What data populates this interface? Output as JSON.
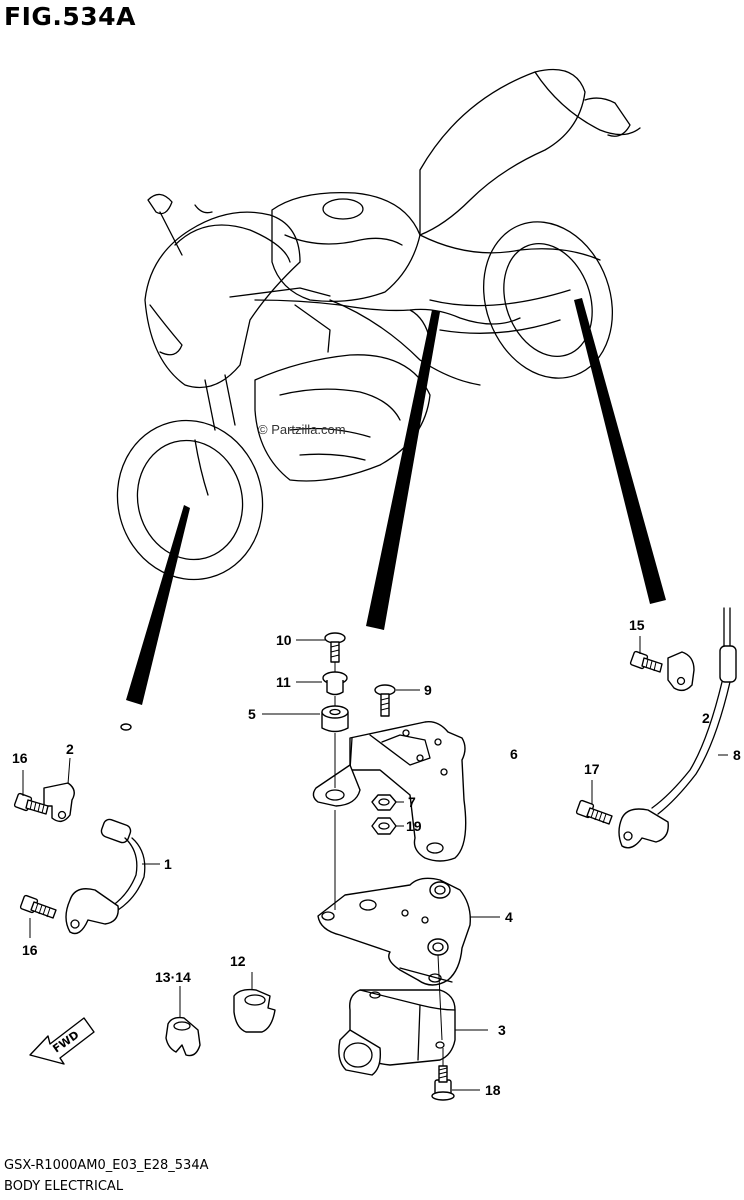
{
  "figure": {
    "title": "FIG.534A",
    "watermark": "© Partzilla.com",
    "model_code": "GSX-R1000AM0_E03_E28_534A",
    "section": "BODY ELECTRICAL",
    "fwd_label": "FWD"
  },
  "callouts": [
    {
      "id": "c10",
      "label": "10"
    },
    {
      "id": "c11",
      "label": "11"
    },
    {
      "id": "c5",
      "label": "5"
    },
    {
      "id": "c9",
      "label": "9"
    },
    {
      "id": "c6",
      "label": "6"
    },
    {
      "id": "c7",
      "label": "7"
    },
    {
      "id": "c19",
      "label": "19"
    },
    {
      "id": "c4",
      "label": "4"
    },
    {
      "id": "c3",
      "label": "3"
    },
    {
      "id": "c18",
      "label": "18"
    },
    {
      "id": "c12",
      "label": "12"
    },
    {
      "id": "c1314",
      "label": "13·14"
    },
    {
      "id": "c16a",
      "label": "16"
    },
    {
      "id": "c2a",
      "label": "2"
    },
    {
      "id": "c1",
      "label": "1"
    },
    {
      "id": "c16b",
      "label": "16"
    },
    {
      "id": "c15",
      "label": "15"
    },
    {
      "id": "c2b",
      "label": "2"
    },
    {
      "id": "c8",
      "label": "8"
    },
    {
      "id": "c17",
      "label": "17"
    }
  ]
}
